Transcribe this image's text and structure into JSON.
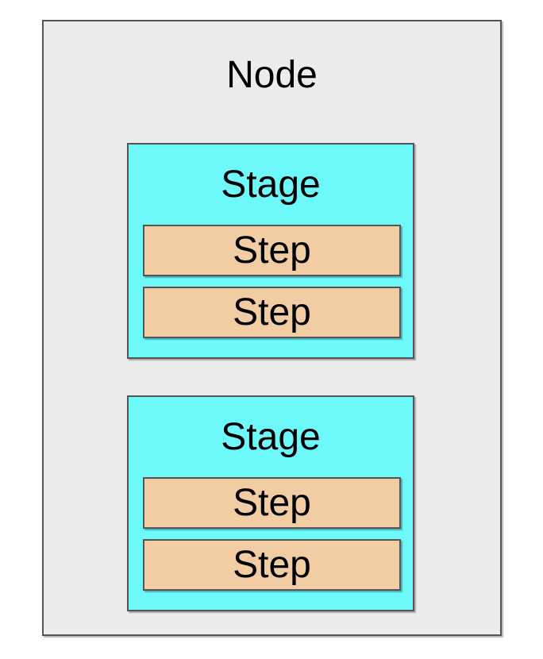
{
  "colors": {
    "page_bg": "#ffffff",
    "node_fill": "#ececec",
    "stage_fill": "#6df8fa",
    "step_fill": "#f2cda3",
    "border": "#545454",
    "text": "#000000"
  },
  "node": {
    "label": "Node",
    "stages": [
      {
        "label": "Stage",
        "steps": [
          {
            "label": "Step"
          },
          {
            "label": "Step"
          }
        ]
      },
      {
        "label": "Stage",
        "steps": [
          {
            "label": "Step"
          },
          {
            "label": "Step"
          }
        ]
      }
    ]
  }
}
